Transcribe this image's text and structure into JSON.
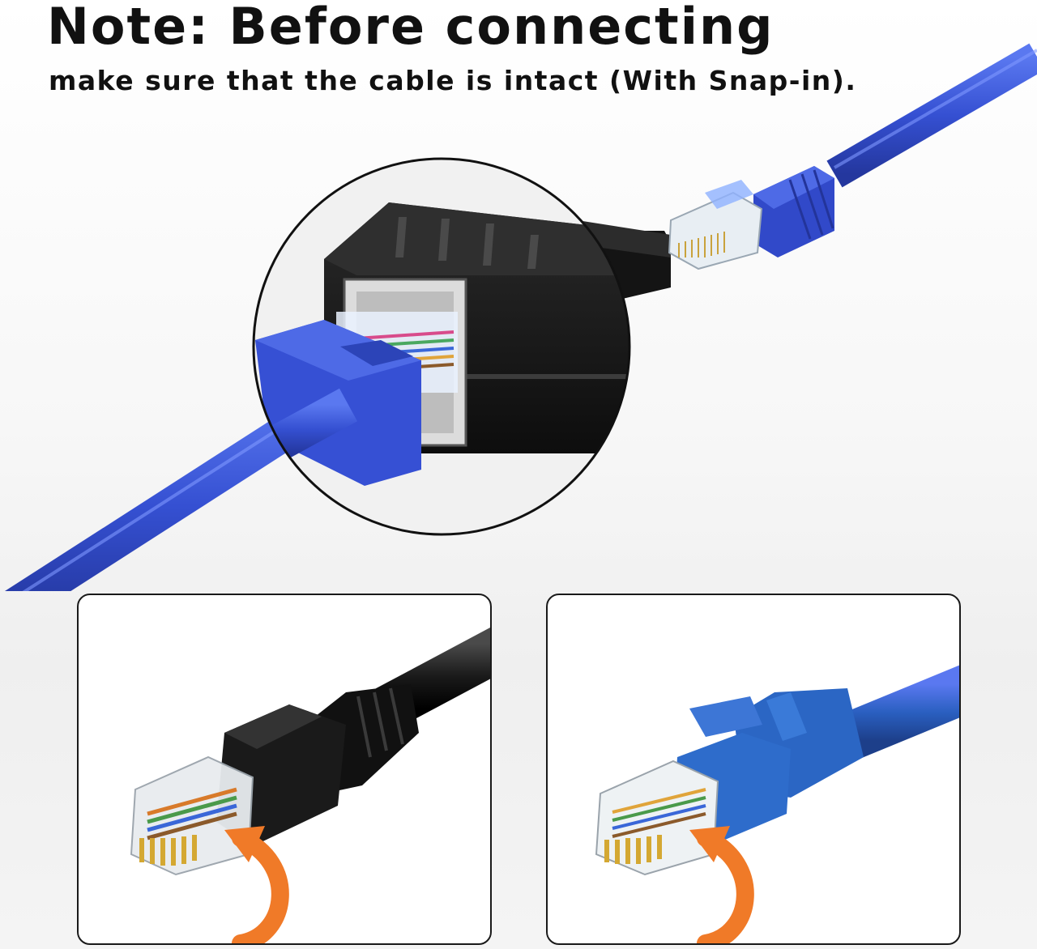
{
  "header": {
    "title": "Note: Before connecting",
    "subtitle": "make sure that the cable is intact (With Snap-in)."
  },
  "colors": {
    "cable_blue": "#3b55d6",
    "coupler_black": "#1b1b1b",
    "arrow_orange": "#f07a28"
  },
  "panels": [
    {
      "cable": "black",
      "arrow": "orange-curved-arrow"
    },
    {
      "cable": "blue",
      "arrow": "orange-curved-arrow"
    }
  ]
}
